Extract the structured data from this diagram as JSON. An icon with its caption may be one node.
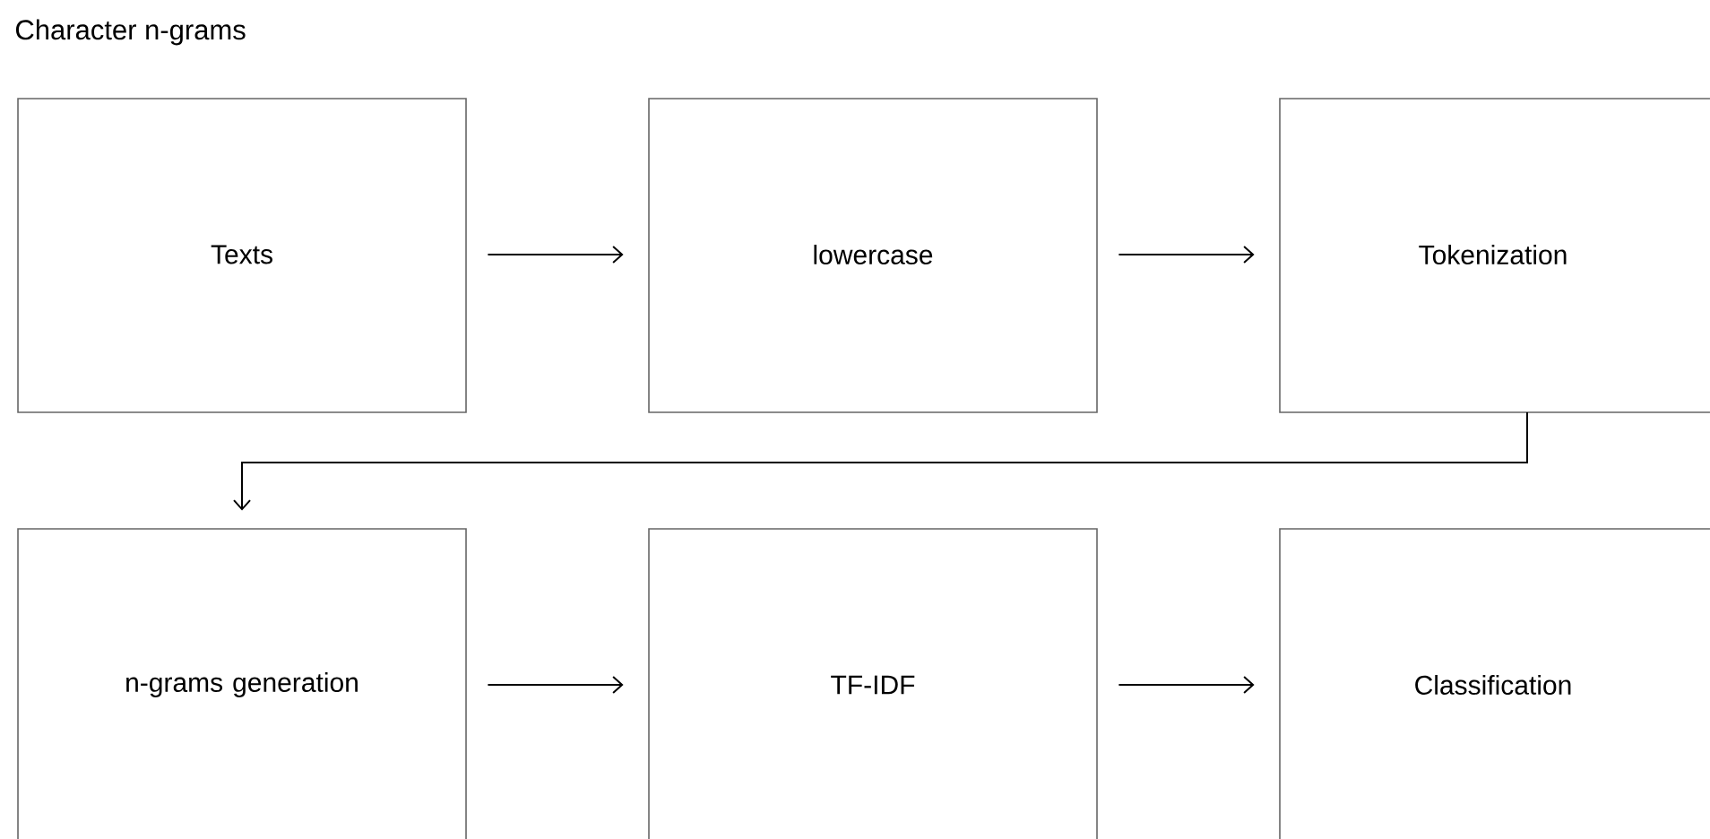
{
  "diagram": {
    "title": "Character n-grams",
    "nodes": [
      {
        "text": [
          "Texts"
        ]
      },
      {
        "text": [
          "lowercase"
        ]
      },
      {
        "text": [
          "Tokenization"
        ]
      },
      {
        "text": [
          "n-grams generation"
        ]
      },
      {
        "text": [
          "TF-IDF"
        ]
      },
      {
        "text": [
          "Classification"
        ]
      }
    ],
    "edges": [
      {
        "from": 0,
        "to": 1,
        "arrow": "to"
      },
      {
        "from": 1,
        "to": 2,
        "arrow": "to"
      },
      {
        "from": 2,
        "to": 3,
        "arrow": "to"
      },
      {
        "from": 3,
        "to": 4,
        "arrow": "to"
      },
      {
        "from": 4,
        "to": 5,
        "arrow": "to"
      }
    ]
  }
}
